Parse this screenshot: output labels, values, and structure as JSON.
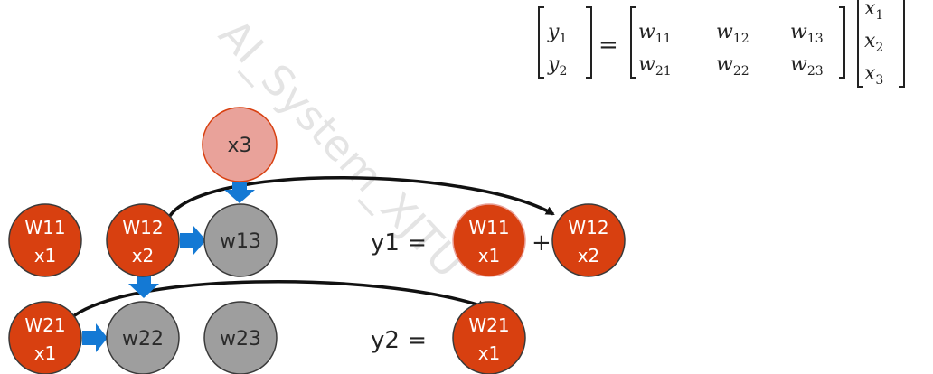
{
  "watermark": "AI_System_XJTU",
  "equation": {
    "lhs": [
      {
        "base": "y",
        "sub": "1"
      },
      {
        "base": "y",
        "sub": "2"
      }
    ],
    "equals": "=",
    "weights": [
      [
        {
          "base": "w",
          "sub": "11"
        },
        {
          "base": "w",
          "sub": "12"
        },
        {
          "base": "w",
          "sub": "13"
        }
      ],
      [
        {
          "base": "w",
          "sub": "21"
        },
        {
          "base": "w",
          "sub": "22"
        },
        {
          "base": "w",
          "sub": "23"
        }
      ]
    ],
    "rhs": [
      {
        "base": "x",
        "sub": "1"
      },
      {
        "base": "x",
        "sub": "2"
      },
      {
        "base": "x",
        "sub": "3"
      }
    ]
  },
  "nodes": {
    "x3": "x3",
    "w11": [
      "W11",
      "x1"
    ],
    "w12": [
      "W12",
      "x2"
    ],
    "w13": "w13",
    "w21": [
      "W21",
      "x1"
    ],
    "w22": "w22",
    "w23": "w23",
    "y1_w11": [
      "W11",
      "x1"
    ],
    "y1_w12": [
      "W12",
      "x2"
    ],
    "y2_w21": [
      "W21",
      "x1"
    ]
  },
  "expressions": {
    "y1_label": "y1 =",
    "plus": "+",
    "y2_label": "y2 ="
  },
  "colors": {
    "active": "#d84010",
    "active_light": "#e9a29a",
    "inactive": "#9e9e9e",
    "arrow_blue": "#1479d4",
    "stroke": "#3a3a3a"
  }
}
